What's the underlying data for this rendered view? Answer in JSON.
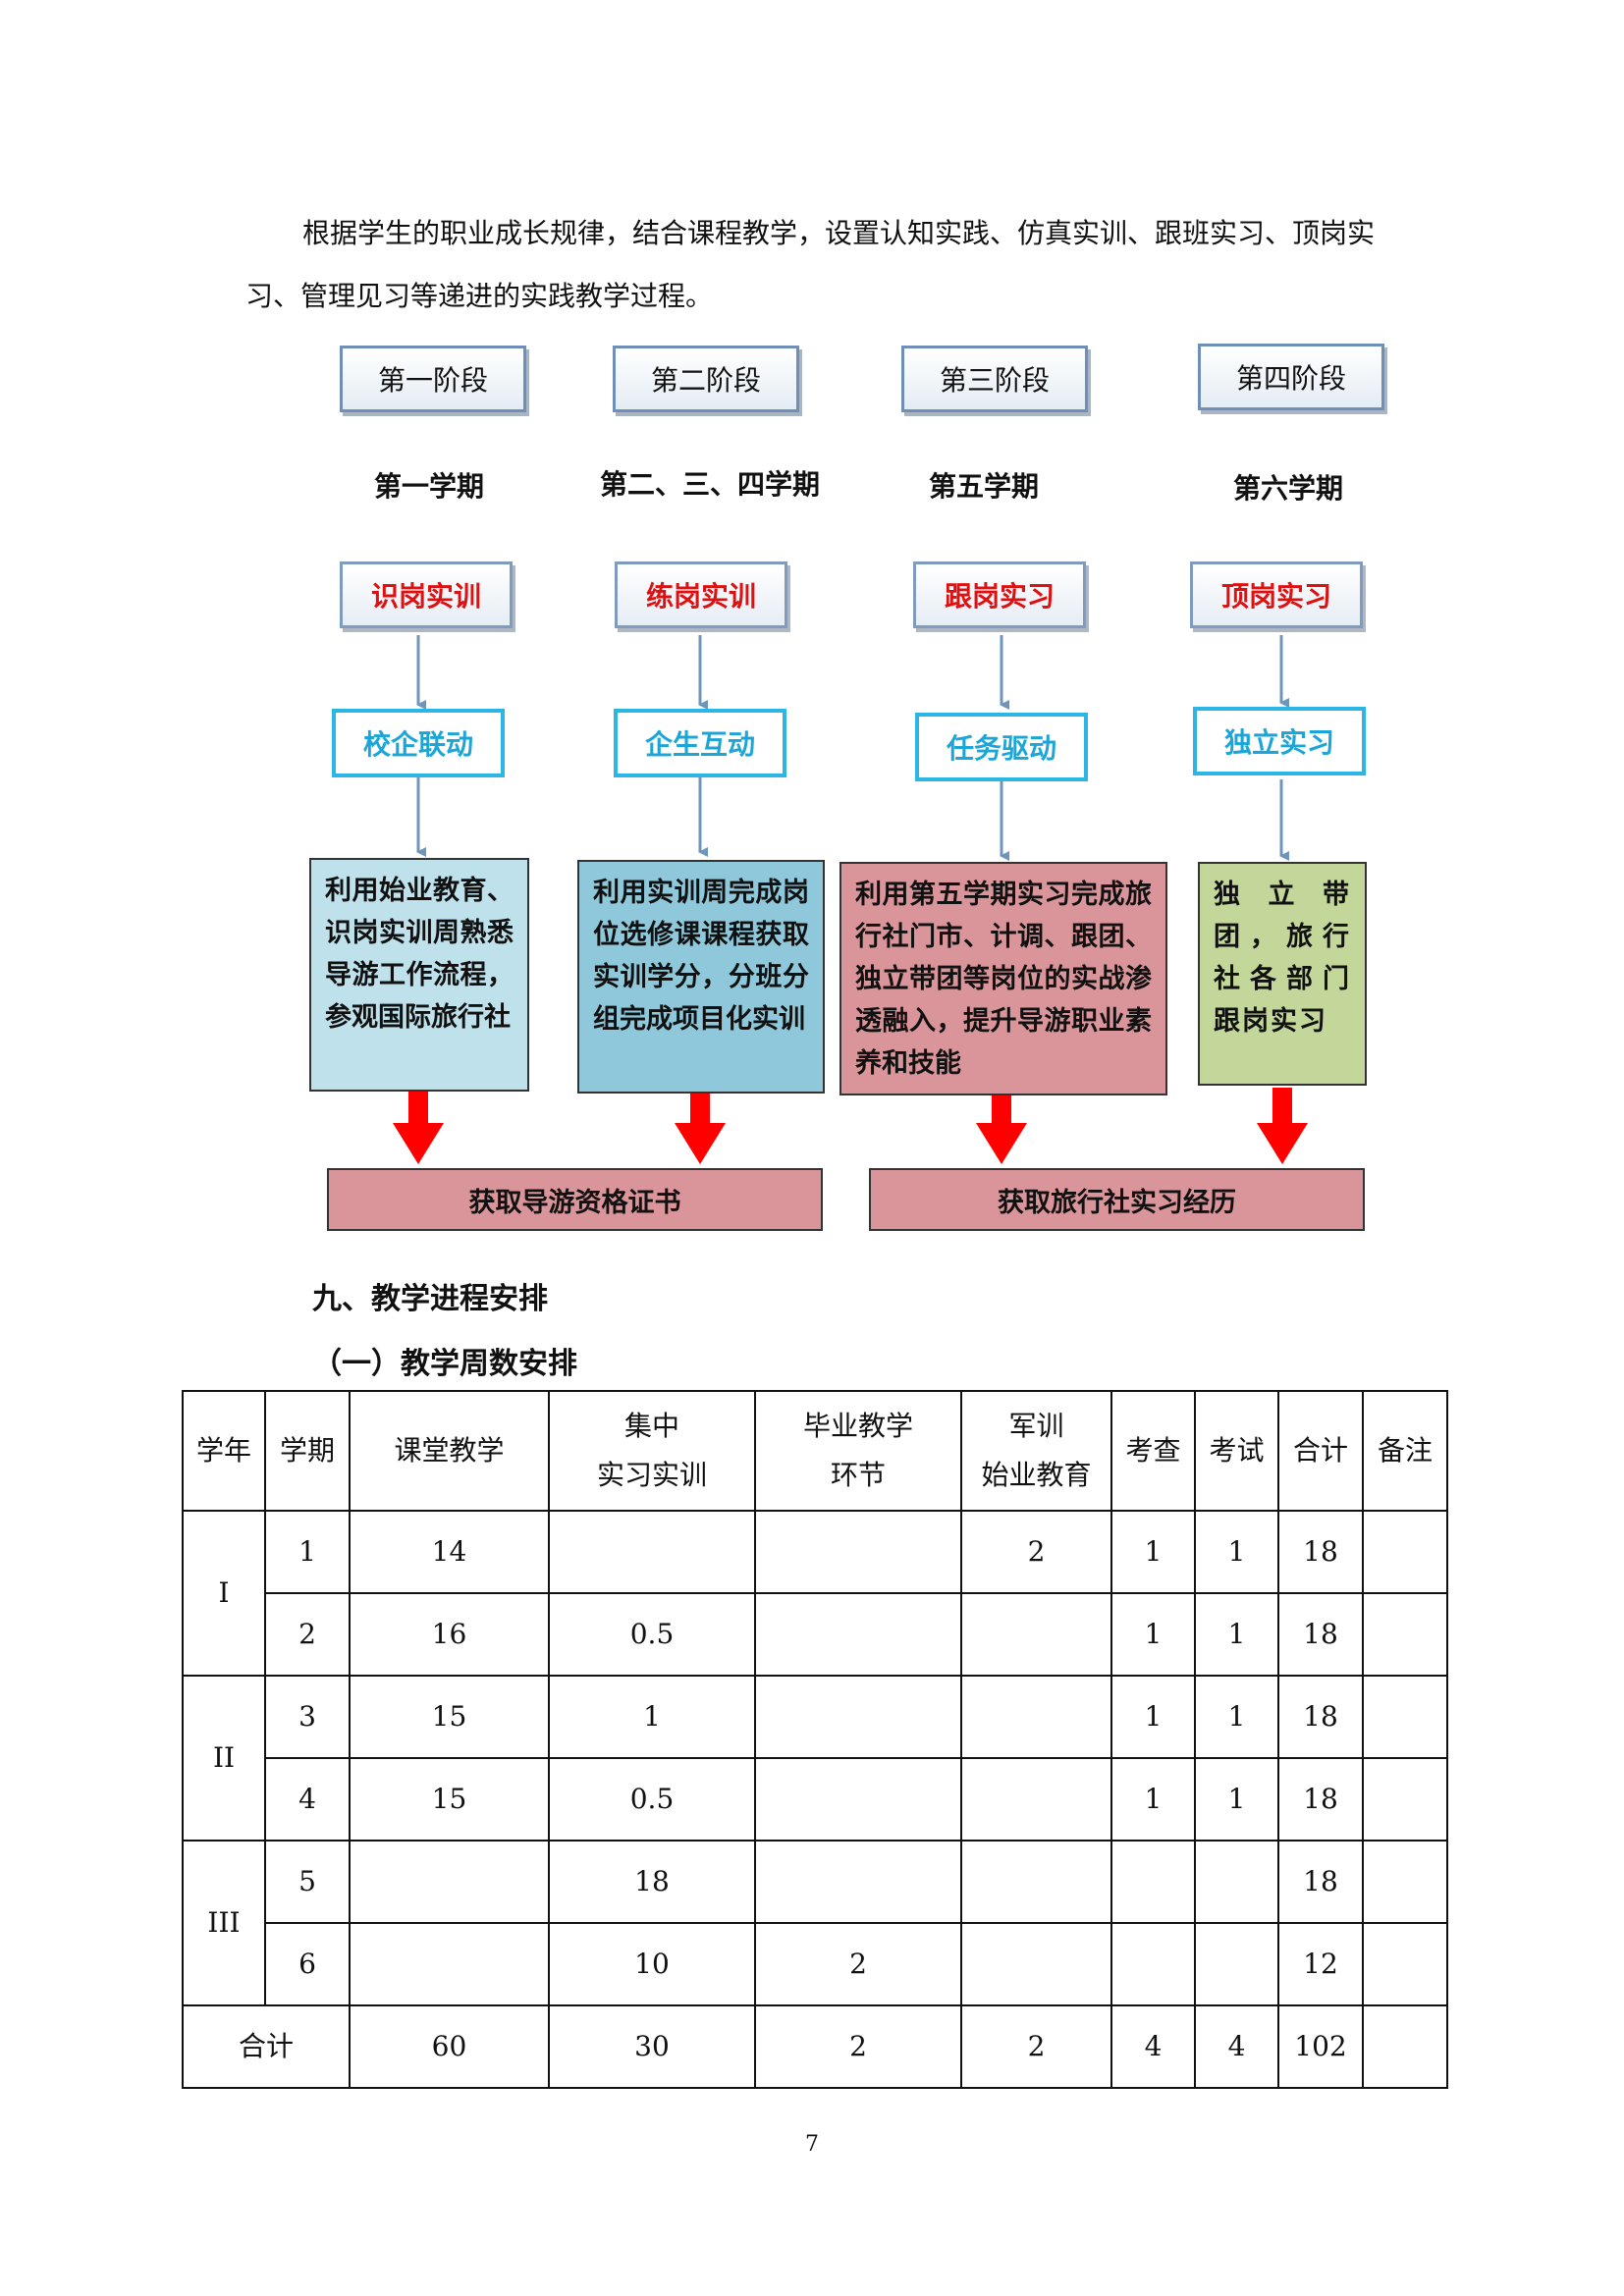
{
  "intro": "根据学生的职业成长规律，结合课程教学，设置认知实践、仿真实训、跟班实习、顶岗实习、管理见习等递进的实践教学过程。",
  "flow": {
    "stages": [
      "第一阶段",
      "第二阶段",
      "第三阶段",
      "第四阶段"
    ],
    "terms": [
      "第一学期",
      "第二、三、四学期",
      "第五学期",
      "第六学期"
    ],
    "practices": [
      "识岗实训",
      "练岗实训",
      "跟岗实习",
      "顶岗实习"
    ],
    "modes": [
      "校企联动",
      "企生互动",
      "任务驱动",
      "独立实习"
    ],
    "descriptions": [
      "利用始业教育、识岗实训周熟悉导游工作流程，参观国际旅行社",
      "利用实训周完成岗位选修课课程获取实训学分，分班分组完成项目化实训",
      "利用第五学期实习完成旅行社门市、计调、跟团、独立带团等岗位的实战渗透融入，提升导游职业素养和技能",
      "独立带团，旅行社各部门跟岗实习"
    ],
    "outcomes": [
      "获取导游资格证书",
      "获取旅行社实习经历"
    ],
    "colors": {
      "desc_1": "#bfe1ec",
      "desc_2": "#8ec8da",
      "desc_3": "#d9959a",
      "desc_4": "#c4d79b",
      "outcome": "#d9959a",
      "red_arrow": "#ff0000",
      "blue_arrow": "#6f95bd"
    }
  },
  "section": {
    "heading": "九、教学进程安排",
    "subheading": "（一）教学周数安排"
  },
  "table": {
    "headers": {
      "year": "学年",
      "term": "学期",
      "class": "课堂教学",
      "intern_1": "集中",
      "intern_2": "实习实训",
      "grad_1": "毕业教学",
      "grad_2": "环节",
      "mil_1": "军训",
      "mil_2": "始业教育",
      "check": "考查",
      "exam": "考试",
      "total": "合计",
      "note": "备注"
    },
    "years": [
      "I",
      "II",
      "III"
    ],
    "rows": [
      {
        "term": "1",
        "class": "14",
        "intern": "",
        "grad": "",
        "mil": "2",
        "check": "1",
        "exam": "1",
        "total": "18",
        "note": ""
      },
      {
        "term": "2",
        "class": "16",
        "intern": "0.5",
        "grad": "",
        "mil": "",
        "check": "1",
        "exam": "1",
        "total": "18",
        "note": ""
      },
      {
        "term": "3",
        "class": "15",
        "intern": "1",
        "grad": "",
        "mil": "",
        "check": "1",
        "exam": "1",
        "total": "18",
        "note": ""
      },
      {
        "term": "4",
        "class": "15",
        "intern": "0.5",
        "grad": "",
        "mil": "",
        "check": "1",
        "exam": "1",
        "total": "18",
        "note": ""
      },
      {
        "term": "5",
        "class": "",
        "intern": "18",
        "grad": "",
        "mil": "",
        "check": "",
        "exam": "",
        "total": "18",
        "note": ""
      },
      {
        "term": "6",
        "class": "",
        "intern": "10",
        "grad": "2",
        "mil": "",
        "check": "",
        "exam": "",
        "total": "12",
        "note": ""
      }
    ],
    "sum": {
      "label": "合计",
      "class": "60",
      "intern": "30",
      "grad": "2",
      "mil": "2",
      "check": "4",
      "exam": "4",
      "total": "102",
      "note": ""
    }
  },
  "page_number": "7"
}
